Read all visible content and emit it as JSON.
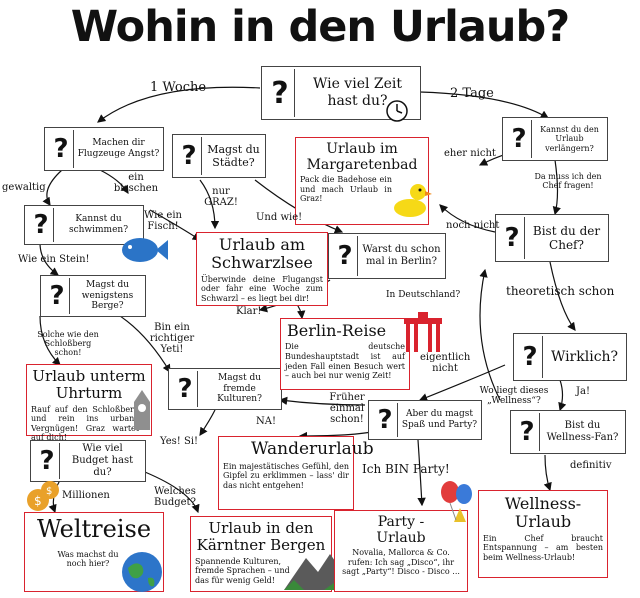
{
  "title": "Wohin in den Urlaub?",
  "questions": {
    "time": "Wie viel Zeit hast du?",
    "airplanes": "Machen dir Flugzeuge Angst?",
    "cities": "Magst du Städte?",
    "swim": "Kannst du schwimmen?",
    "mountains": "Magst du wenigstens Berge?",
    "berlin": "Warst du schon mal in Berlin?",
    "cultures": "Magst du fremde Kulturen?",
    "budget": "Wie viel Budget hast du?",
    "fun": "Aber du magst Spaß und Party?",
    "extend": "Kannst du den Urlaub verlängern?",
    "boss": "Bist du der Chef?",
    "really": "Wirklich?",
    "wellnessfan": "Bist du Wellness-Fan?"
  },
  "results": {
    "margareten": {
      "title": "Urlaub im Margaretenbad",
      "text": "Pack die Badehose ein und mach Urlaub in Graz!"
    },
    "schwarzl": {
      "title": "Urlaub am Schwarzlsee",
      "text": "Überwinde deine Flugangst oder fahr eine Woche zum Schwarzl – es liegt bei dir!"
    },
    "berlinreise": {
      "title": "Berlin-Reise",
      "text": "Die deutsche Bundeshauptstadt ist auf jeden Fall einen Besuch wert – auch bei nur wenig Zeit!"
    },
    "uhrturm": {
      "title": "Urlaub unterm Uhrturm",
      "text": "Rauf auf den Schloßberg und rein ins urbane Vergnügen! Graz wartet auf dich!"
    },
    "wander": {
      "title": "Wanderurlaub",
      "text": "Ein majestätisches Gefühl, den Gipfel zu erklimmen – lass' dir das nicht entgehen!"
    },
    "weltreise": {
      "title": "Weltreise",
      "text": "Was machst du noch hier?"
    },
    "kaernten": {
      "title": "Urlaub in den Kärntner Bergen",
      "text": "Spannende Kulturen, fremde Sprachen – und das für wenig Geld!"
    },
    "party": {
      "title": "Party - Urlaub",
      "text": "Novalia, Mallorca & Co. rufen: Ich sag „Disco“, ihr sagt „Party“! Disco - Disco ..."
    },
    "wellness": {
      "title": "Wellness-Urlaub",
      "text": "Ein Chef braucht Entspannung – am besten beim Wellness-Urlaub!"
    }
  },
  "labels": {
    "woche": "1 Woche",
    "tage": "2 Tage",
    "gewaltig": "gewaltig",
    "einbisschen": "ein bisschen",
    "nurgraz": "nur GRAZ!",
    "undwie": "Und wie!",
    "wieeinfisch": "Wie ein Fisch!",
    "wieeinstein": "Wie ein Stein!",
    "klar": "Klar!",
    "binein": "Bin ein richtiger Yeti!",
    "solche": "Solche wie den Schloßberg schon!",
    "indeutschland": "In Deutschland?",
    "eigentlich": "eigentlich nicht",
    "frueher": "Früher einmal schon!",
    "na": "NA!",
    "yessi": "Yes! Si!",
    "millionen": "Millionen",
    "welches": "Welches Budget?",
    "ichbin": "Ich BIN Party!",
    "ehernicht": "eher nicht",
    "damuss": "Da muss ich den Chef fragen!",
    "nochnicht": "noch nicht",
    "theoretisch": "theoretisch schon",
    "woliegt": "Wo liegt dieses „Wellness“?",
    "ja": "Ja!",
    "definitiv": "definitiv"
  }
}
